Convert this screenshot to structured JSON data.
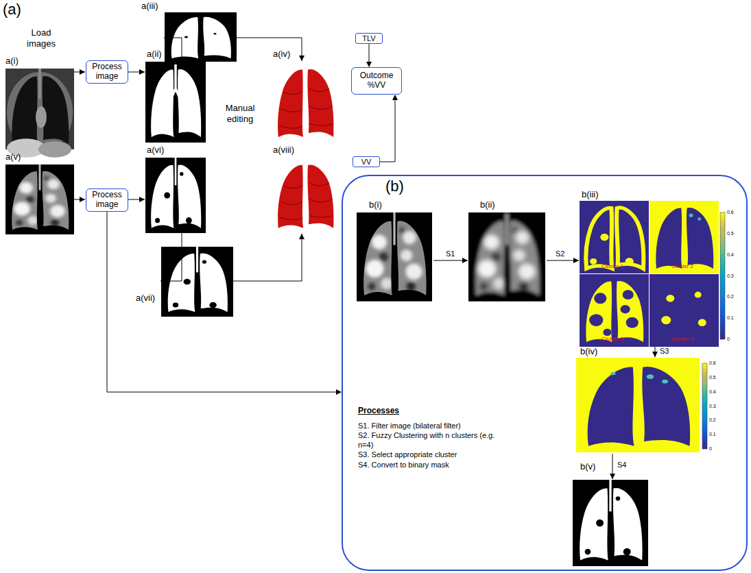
{
  "diagram": {
    "nodes": [
      {
        "text": [
          "Process image"
        ]
      },
      {
        "text": [
          "TLV"
        ]
      },
      {
        "text": [
          "Outcome %VV"
        ]
      },
      {
        "text": [
          "Process image"
        ]
      },
      {
        "text": [
          "VV"
        ]
      },
      {
        "text": [
          "(b)",
          "Processes",
          "S1. Filter image (bilateral filter)",
          "S2. Fuzzy Clustering with n clusters (e.g. n=4)",
          "S3. Select appropriate cluster",
          "S4. Convert to binary mask"
        ]
      }
    ],
    "edges": [
      {
        "from": 1,
        "to": 2,
        "arrow": "to"
      },
      {
        "from": 4,
        "to": 2,
        "arrow": "to"
      },
      {
        "from": 3,
        "to": 5,
        "arrow": "to"
      }
    ],
    "labels": [
      "(a)",
      "Load images",
      "a(i)",
      "a(ii)",
      "a(iii)",
      "a(iv)",
      "Manual editing",
      "a(v)",
      "a(vi)",
      "a(vii)",
      "a(viii)",
      "b(i)",
      "S1",
      "b(ii)",
      "S2",
      "b(iii)",
      "Cluster 1",
      "Cluster 2",
      "Cluster 3",
      "Cluster 4",
      "0.6",
      "0.5",
      "0.4",
      "0.3",
      "0.2",
      "0.1",
      "0",
      "b(iv)",
      "S3",
      "0.6",
      "0.5",
      "0.4",
      "0.3",
      "0.2",
      "0.1",
      "0",
      "b(v)",
      "S4"
    ]
  }
}
